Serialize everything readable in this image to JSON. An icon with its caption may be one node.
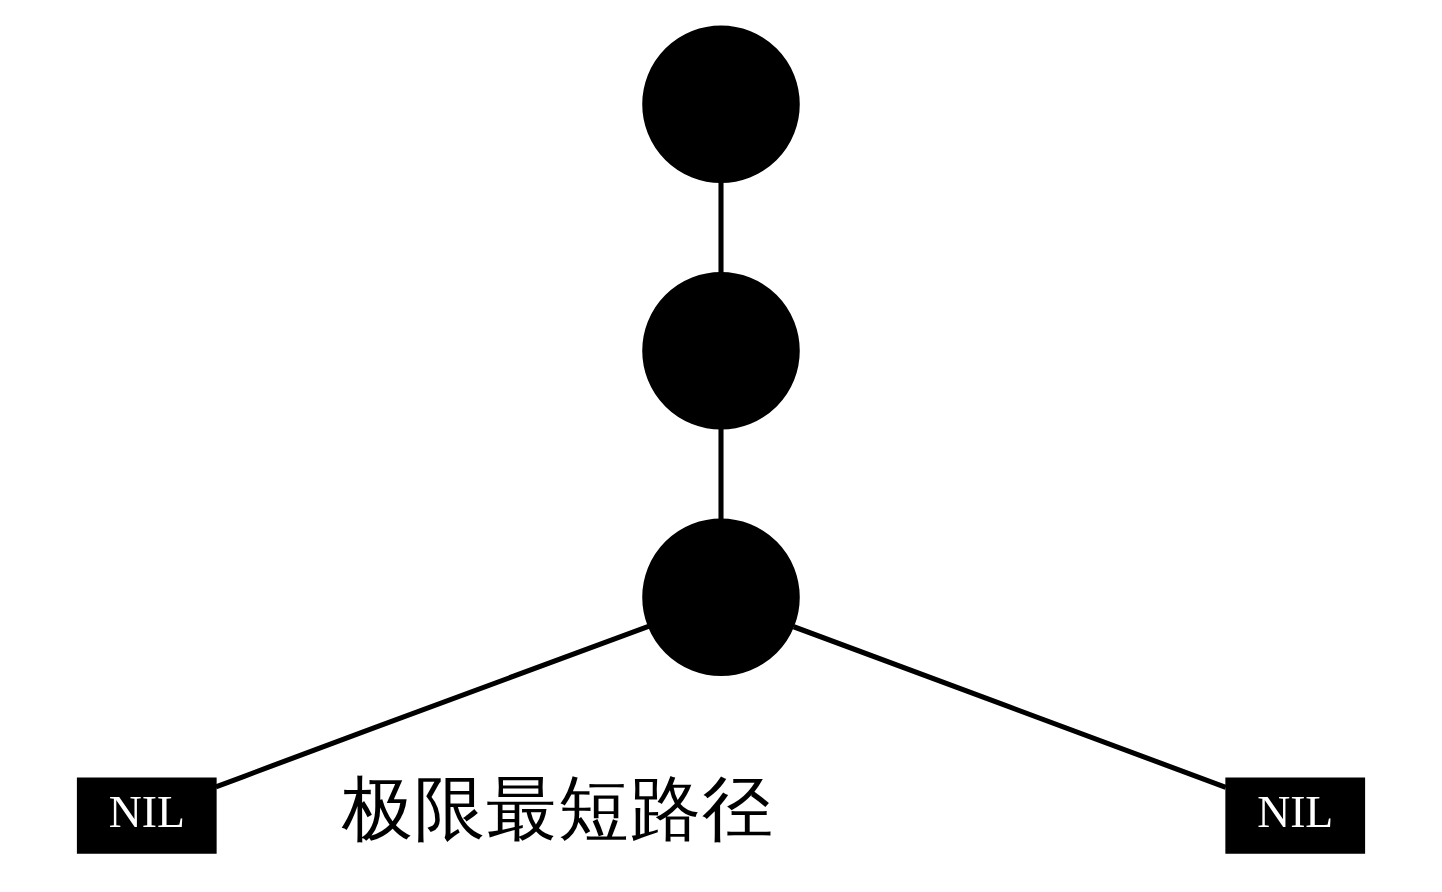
{
  "diagram": {
    "nodes": [
      {
        "text": [],
        "shape": "circle"
      },
      {
        "text": [],
        "shape": "circle"
      },
      {
        "text": [],
        "shape": "circle"
      },
      {
        "text": [
          "NIL"
        ]
      },
      {
        "text": [
          "NIL"
        ]
      }
    ],
    "edges": [
      {
        "from": 0,
        "to": 1,
        "arrow": "none"
      },
      {
        "from": 1,
        "to": 2,
        "arrow": "none"
      },
      {
        "from": 2,
        "to": 3,
        "arrow": "none"
      },
      {
        "from": 2,
        "to": 4,
        "arrow": "none"
      }
    ],
    "labels": [
      "极限最短路径"
    ]
  }
}
